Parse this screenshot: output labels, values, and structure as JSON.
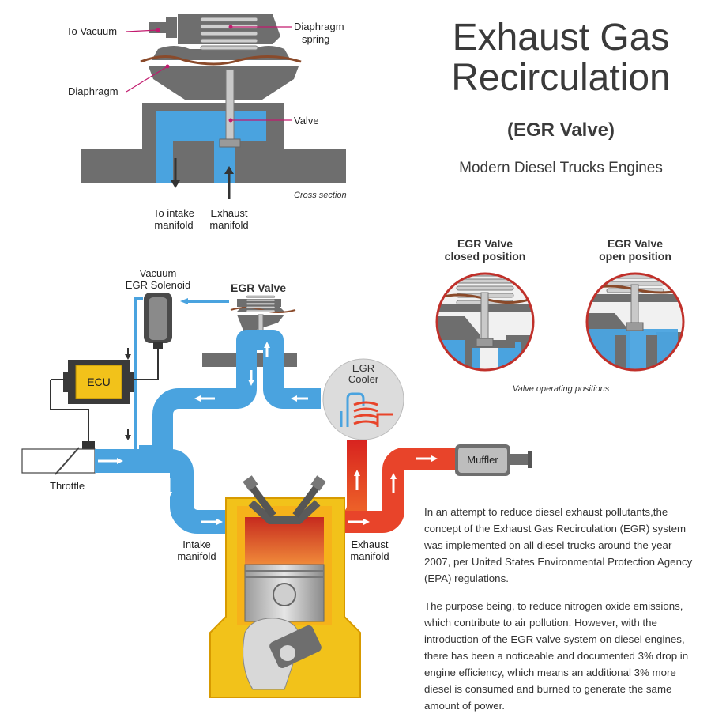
{
  "title_line1": "Exhaust Gas",
  "title_line2": "Recirculation",
  "subtitle": "(EGR Valve)",
  "tagline": "Modern Diesel Trucks Engines",
  "cross_section": {
    "to_vacuum": "To Vacuum",
    "diaphragm_spring_1": "Diaphragm",
    "diaphragm_spring_2": "spring",
    "diaphragm": "Diaphragm",
    "valve": "Valve",
    "to_intake_1": "To intake",
    "to_intake_2": "manifold",
    "exhaust_manifold_1": "Exhaust",
    "exhaust_manifold_2": "manifold",
    "caption": "Cross section"
  },
  "positions": {
    "closed_1": "EGR Valve",
    "closed_2": "closed position",
    "open_1": "EGR Valve",
    "open_2": "open position",
    "caption": "Valve operating positions"
  },
  "system": {
    "vacuum_1": "Vacuum",
    "vacuum_2": "EGR Solenoid",
    "egr_valve": "EGR Valve",
    "ecu": "ECU",
    "cooler_1": "EGR",
    "cooler_2": "Cooler",
    "muffler": "Muffler",
    "throttle": "Throttle",
    "intake_1": "Intake",
    "intake_2": "manifold",
    "exhaust_1": "Exhaust",
    "exhaust_2": "manifold"
  },
  "paragraph1": "In an attempt to reduce diesel exhaust pollutants,the concept of the Exhaust Gas Recirculation (EGR) system was implemented on all diesel trucks around the year 2007, per United States Environmental Protection Agency (EPA) regulations.",
  "paragraph2": "The purpose being, to reduce nitrogen oxide emissions, which contribute to air pollution. However, with the introduction of the EGR valve system on diesel engines, there has been a noticeable and documented 3% drop in engine efficiency, which means an additional 3% more diesel is consumed and burned to generate the same amount of power.",
  "colors": {
    "blue": "#4aa3df",
    "red": "#e8442a",
    "gray": "#6e6e6e",
    "yellow": "#f2c21a",
    "magenta": "#c21a6e"
  }
}
